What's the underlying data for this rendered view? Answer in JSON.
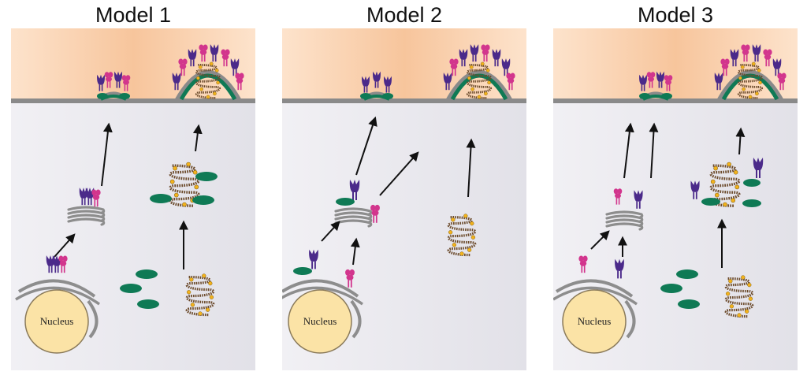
{
  "panels": [
    {
      "title": "Model 1",
      "nucleus_label": "Nucleus"
    },
    {
      "title": "Model 2",
      "nucleus_label": "Nucleus"
    },
    {
      "title": "Model 3",
      "nucleus_label": "Nucleus"
    }
  ],
  "colors": {
    "extracellular_top": "#fde3cc",
    "extracellular_bottom": "#f7c59c",
    "cytoplasm": "#e9e8ee",
    "membrane": "#8a8a8a",
    "nucleus_fill": "#fbe3a6",
    "nucleus_stroke": "#8a7a5a",
    "er_golgi": "#8d8d8d",
    "purple_receptor": "#4b2a8a",
    "magenta_receptor": "#d2358d",
    "green_vesicle": "#0f7a55",
    "coil_brown": "#6b4a2b",
    "coil_yellow": "#f2b21c",
    "arrow": "#111111"
  }
}
